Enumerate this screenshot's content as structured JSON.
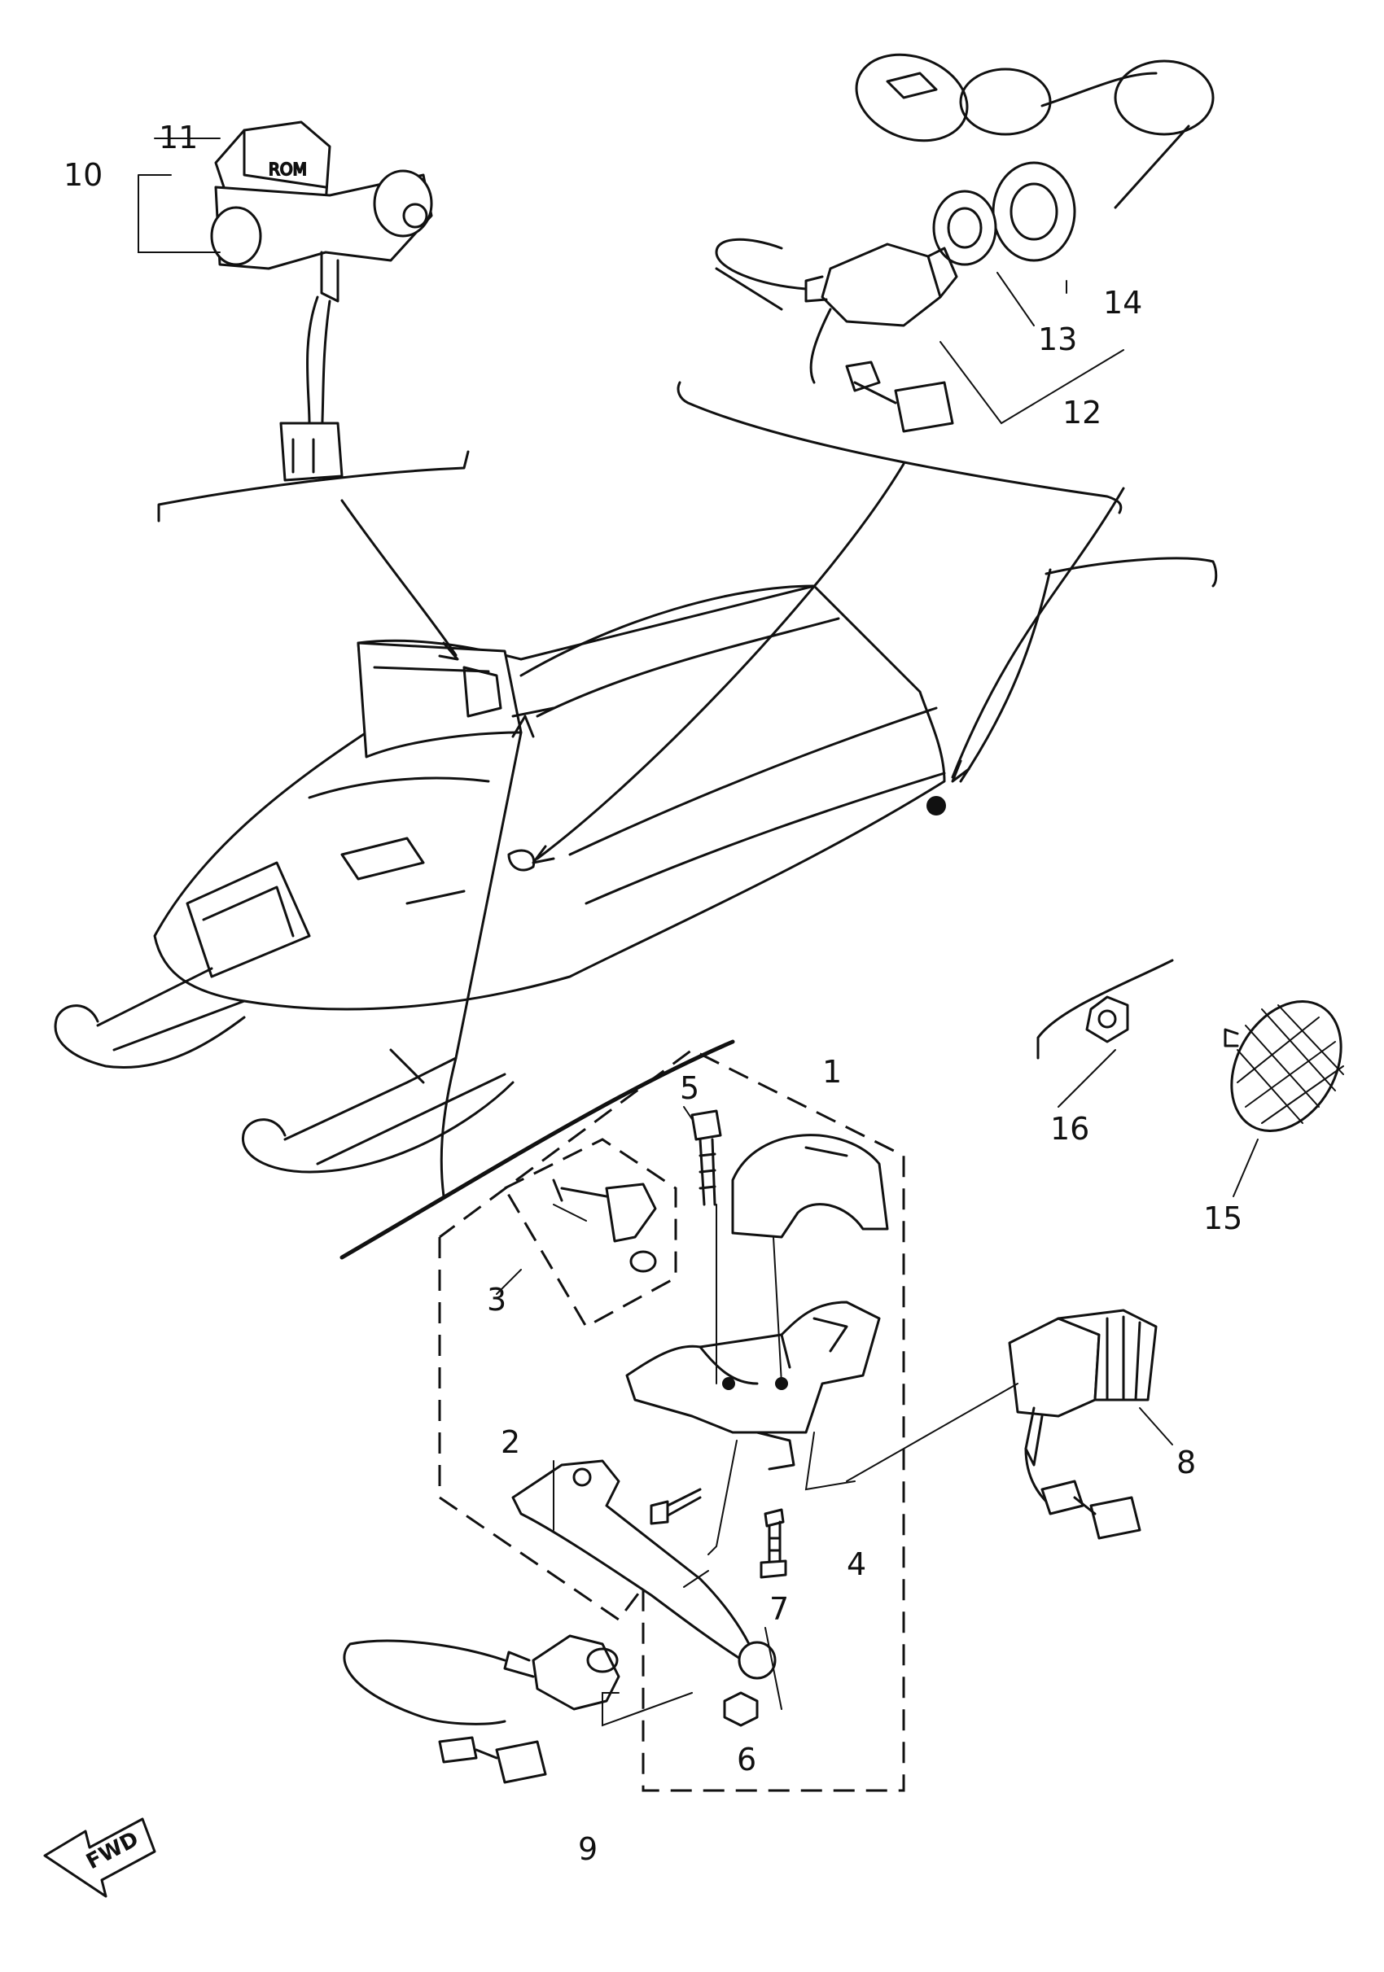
{
  "callouts": {
    "c1": "1",
    "c2": "2",
    "c3": "3",
    "c4": "4",
    "c5": "5",
    "c6": "6",
    "c7": "7",
    "c8": "8",
    "c9": "9",
    "c10": "10",
    "c11": "11",
    "c12": "12",
    "c13": "13",
    "c14": "14",
    "c15": "15",
    "c16": "16"
  },
  "direction_label": "FWD",
  "colors": {
    "ink": "#111111",
    "paper": "#ffffff"
  }
}
